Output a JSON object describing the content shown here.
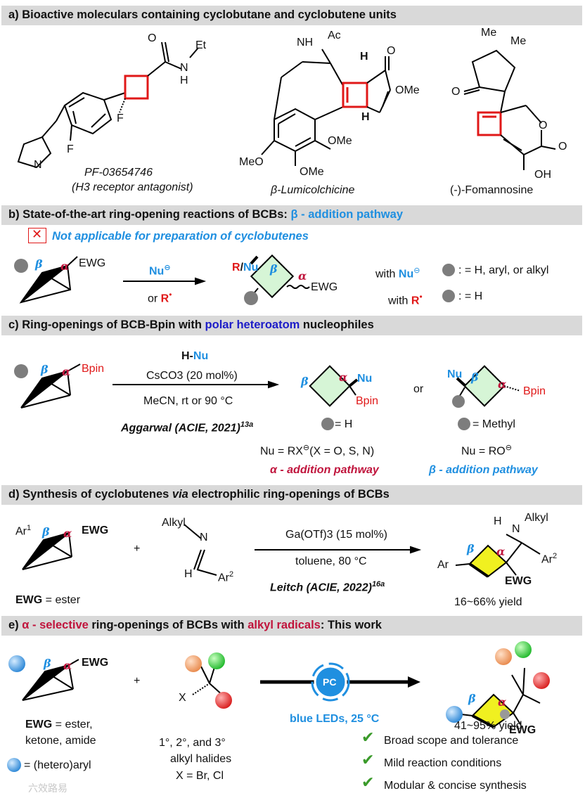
{
  "sections": {
    "a": {
      "title": "a) Bioactive moleculars containing cyclobutane and cyclobutene units",
      "mol1_name": "PF-03654746",
      "mol1_desc": "(H3 receptor antagonist)",
      "mol2_name": "β-Lumicolchicine",
      "mol3_name": "(-)-Fomannosine",
      "labels": {
        "o": "O",
        "n": "N",
        "h": "H",
        "et": "Et",
        "f": "F",
        "nh": "NH",
        "ac": "Ac",
        "ome": "OMe",
        "meo": "MeO",
        "me": "Me",
        "oh": "OH"
      }
    },
    "b": {
      "title_prefix": "b) State-of-the-art ring-opening reactions of BCBs: ",
      "title_pathway": "β - addition pathway",
      "warning": "Not applicable for preparation of cyclobutenes",
      "reagent1": "Nu",
      "reagent2_prefix": "or ",
      "reagent2": "R",
      "product_left": "R/Nu",
      "ewg": "EWG",
      "with_nu": "with Nu",
      "with_nu_result": ": = H, aryl, or alkyl",
      "with_r": "with R",
      "with_r_result": ": = H"
    },
    "c": {
      "title_prefix": "c) Ring-openings of BCB-Bpin with ",
      "title_highlight": "polar heteroatom",
      "title_suffix": " nucleophiles",
      "bpin": "Bpin",
      "reagent_top_h": "H-",
      "reagent_top_nu": "Nu",
      "reagent_mid": "CsCO3 (20 mol%)",
      "reagent_bottom": "MeCN, rt or 90 °C",
      "citation": "Aggarwal (ACIE, 2021)",
      "citation_ref": "13a",
      "or_word": "or",
      "nu": "Nu",
      "left_sub": "= H",
      "left_nu": "Nu = RX",
      "left_x": "(X = O, S, N)",
      "left_pathway": "α - addition pathway",
      "right_sub": "= Methyl",
      "right_nu": "Nu = RO",
      "right_pathway": "β - addition pathway"
    },
    "d": {
      "title_prefix": "d) Synthesis of cyclobutenes ",
      "title_via": "via",
      "title_suffix": " electrophilic ring-openings of BCBs",
      "ar1": "Ar",
      "ewg": "EWG",
      "ewg_def": "= ester",
      "plus": "+",
      "alkyl": "Alkyl",
      "n": "N",
      "h": "H",
      "ar2": "Ar",
      "reagent_top": "Ga(OTf)3 (15 mol%)",
      "reagent_mid": "toluene, 80 °C",
      "citation": "Leitch (ACIE, 2022)",
      "citation_ref": "16a",
      "product_ar": "Ar",
      "yield": "16~66% yield"
    },
    "e": {
      "title_highlight1": "α - selective",
      "title_mid": " ring-openings of BCBs with ",
      "title_highlight2": "alkyl radicals",
      "title_suffix": ": This work",
      "ewg": "EWG",
      "ewg_def1": "= ester,",
      "ewg_def2": "ketone, amide",
      "aryl_def": "= (hetero)aryl",
      "plus": "+",
      "x": "X",
      "halide1": "1°, 2°, and 3°",
      "halide2": "alkyl halides",
      "halide3": "X = Br, Cl",
      "pc": "PC",
      "conditions": "blue LEDs, 25 °C",
      "yield": "41~95% yield",
      "features": [
        "Broad scope and tolerance",
        "Mild reaction conditions",
        "Modular & concise synthesis"
      ]
    }
  },
  "colors": {
    "cyclobutane_red": "#e01818",
    "cyclobutane_fill": "#d6f5d6",
    "product_fill_e": "#f0f020",
    "accent_blue": "#1f8fe0",
    "crimson": "#c0143c",
    "bar": "#d9d9d9",
    "check_green": "#3a9a2a"
  },
  "watermark": "六效路易"
}
